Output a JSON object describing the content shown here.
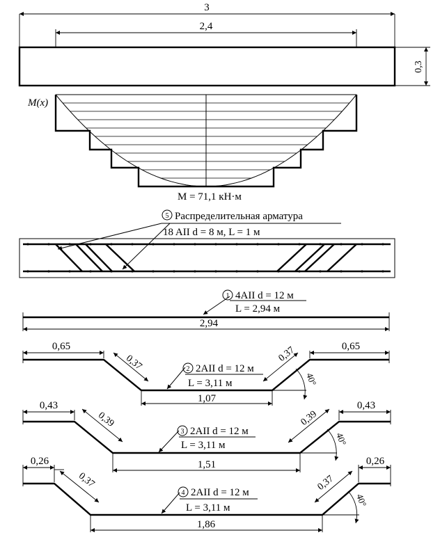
{
  "beam": {
    "total_length": "3",
    "support_span": "2,4",
    "height": "0,3"
  },
  "moment_diagram": {
    "axis_label": "M(x)",
    "max_label": "M = 71,1 кН·м"
  },
  "distribution": {
    "marker": "5",
    "title": "Распределительная арматура",
    "spec": "18 AII d = 8 м, L = 1 м"
  },
  "bar1": {
    "marker": "1",
    "spec": "4AII d = 12 м",
    "length": "L = 2,94 м",
    "dim_total": "2,94"
  },
  "bar2": {
    "marker": "2",
    "spec": "2AII d = 12 м",
    "length": "L = 3,11 м",
    "dim_left": "0,65",
    "dim_incline_left": "0,37",
    "dim_bottom": "1,07",
    "dim_incline_right": "0,37",
    "dim_right": "0,65",
    "angle": "40°"
  },
  "bar3": {
    "marker": "3",
    "spec": "2AII d = 12 м",
    "length": "L = 3,11 м",
    "dim_left": "0,43",
    "dim_incline_left": "0,39",
    "dim_bottom": "1,51",
    "dim_incline_right": "0,39",
    "dim_right": "0,43",
    "angle": "40°"
  },
  "bar4": {
    "marker": "4",
    "spec": "2AII d = 12 м",
    "length": "L = 3,11 м",
    "dim_left": "0,26",
    "dim_incline_left": "0,37",
    "dim_bottom": "1,86",
    "dim_incline_right": "0,37",
    "dim_right": "0,26",
    "angle": "40°"
  }
}
